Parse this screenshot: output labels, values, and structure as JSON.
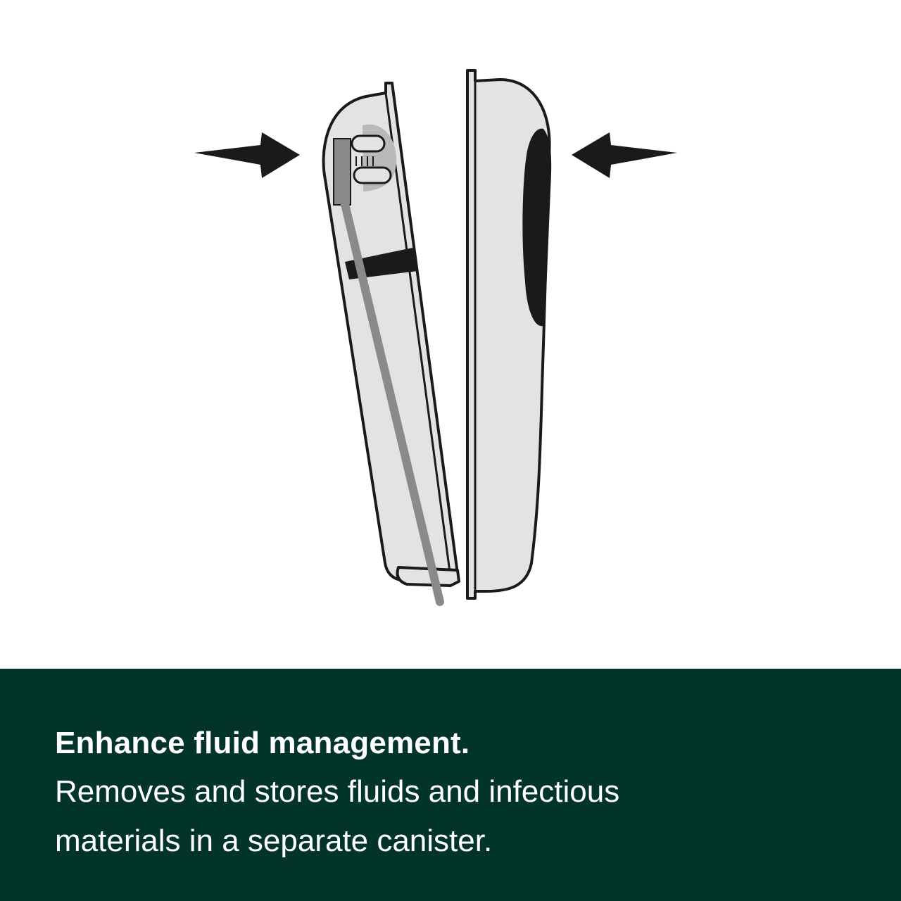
{
  "colors": {
    "band_background": "#02342a",
    "caption_text": "#ffffff",
    "device_fill": "#e2e3e5",
    "outline": "#1a1a1a",
    "tube": "#8a8a8a"
  },
  "caption": {
    "heading": "Enhance fluid management.",
    "body": "Removes and stores fluids and infectious materials in a separate canister."
  },
  "illustration": {
    "icons": [
      "arrow-right-icon",
      "arrow-left-icon",
      "canister-cover",
      "canister-body",
      "suction-tube"
    ]
  }
}
